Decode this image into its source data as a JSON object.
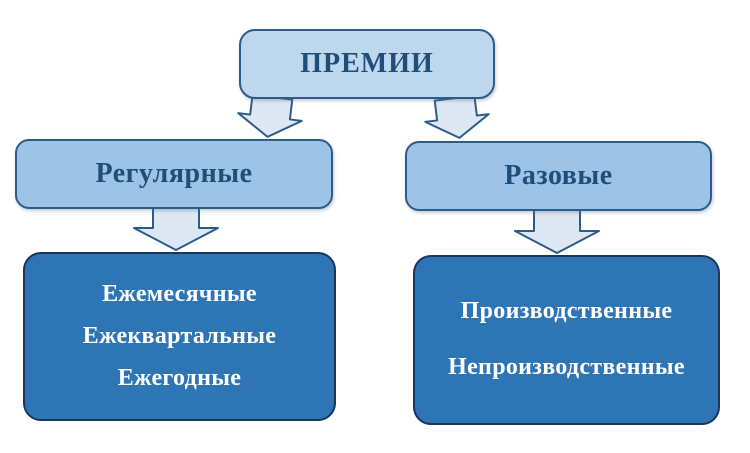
{
  "diagram": {
    "title": "ПРЕМИИ",
    "branches": [
      {
        "label": "Регулярные",
        "items": [
          "Ежемесячные",
          "Ежеквартальные",
          "Ежегодные"
        ]
      },
      {
        "label": "Разовые",
        "items": [
          "Производственные",
          "Непроизводственные"
        ]
      }
    ],
    "colors": {
      "root_fill": "#bdd7ee",
      "branch_fill": "#9dc3e6",
      "leaf_fill": "#2e75b6",
      "light_border": "#2e5c8a",
      "dark_border": "#17375e",
      "arrow_fill": "#dde8f4",
      "text_dark": "#1f4e79",
      "text_light": "#ffffff",
      "background": "#ffffff"
    }
  }
}
